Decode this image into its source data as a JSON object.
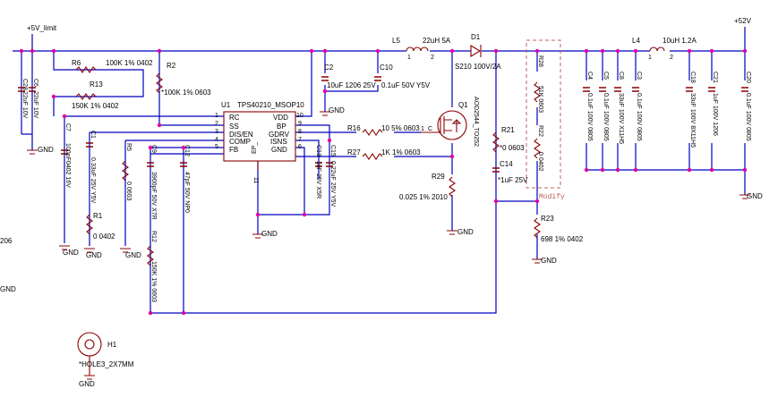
{
  "nets": {
    "vin": "+5V_limit",
    "vout": "+52V",
    "gnd": "GND",
    "left_206": "206",
    "left_gnd": "GND"
  },
  "ic": {
    "ref": "U1",
    "part": "TPS40210_MSOP10",
    "left_pins": [
      "RC",
      "SS",
      "DIS/EN",
      "COMP",
      "FB"
    ],
    "left_nums": [
      "1",
      "2",
      "3",
      "4",
      "5"
    ],
    "right_pins": [
      "VDD",
      "BP",
      "GDRV",
      "ISNS",
      "GND"
    ],
    "right_nums": [
      "10",
      "9",
      "8",
      "7",
      "6"
    ],
    "ep": "EP_",
    "ep_num": "11"
  },
  "parts": {
    "C28": {
      "ref": "C28",
      "val": "22uF 10V"
    },
    "C6": {
      "ref": "C6",
      "val": "22uF 10V"
    },
    "R6": {
      "ref": "R6",
      "val": "100K 1% 0402"
    },
    "R13": {
      "ref": "R13",
      "val": "150K 1% 0402"
    },
    "R2": {
      "ref": "R2",
      "val": "*100K 1% 0603"
    },
    "C7": {
      "ref": "C7",
      "val": "100pF0402 16V"
    },
    "C1": {
      "ref": "C1",
      "val": "0.33uF 25V Y5V"
    },
    "R1": {
      "ref": "R1",
      "val": "0 0402"
    },
    "R5": {
      "ref": "R5",
      "val": "0 0603"
    },
    "C9": {
      "ref": "C9",
      "val": "3900pF 50V X7R"
    },
    "C12": {
      "ref": "C12",
      "val": "47pF 50V NP0"
    },
    "R12": {
      "ref": "R12",
      "val": "150K 1% 0603"
    },
    "C2": {
      "ref": "C2",
      "val": "10uF 1206 25V"
    },
    "C10": {
      "ref": "C10",
      "val": "0.1uF 50V Y5V"
    },
    "L5": {
      "ref": "L5",
      "val": "22uH 5A"
    },
    "D1": {
      "ref": "D1",
      "val": "S210 100V/2A"
    },
    "R16": {
      "ref": "R16",
      "val": "10 5% 0603"
    },
    "R27": {
      "ref": "R27",
      "val": "1K 1% 0603"
    },
    "C13": {
      "ref": "C13",
      "val": "1uF 25V X5R"
    },
    "C15": {
      "ref": "C15",
      "val": "0.22uF 25V Y5V"
    },
    "Q1": {
      "ref": "Q1",
      "val": "AOD2544_TO252"
    },
    "R29": {
      "ref": "R29",
      "val": "0.025 1% 2010"
    },
    "R28": {
      "ref": "R28",
      "val": "51K 0603"
    },
    "R22": {
      "ref": "R22",
      "val": "0 0402"
    },
    "R21": {
      "ref": "R21",
      "val": "*0 0603"
    },
    "C14": {
      "ref": "C14",
      "val": "*1uF 25V"
    },
    "R23": {
      "ref": "R23",
      "val": "698 1% 0402"
    },
    "C4": {
      "ref": "C4",
      "val": "0.1uF 100V 0805"
    },
    "C5": {
      "ref": "C5",
      "val": "0.1uF 100V 0805"
    },
    "C8": {
      "ref": "C8",
      "val": "33uF 100V X11H5"
    },
    "C3": {
      "ref": "C3",
      "val": "0.1uF 100V 0805"
    },
    "L4": {
      "ref": "L4",
      "val": "10uH 1.2A"
    },
    "C18": {
      "ref": "C18",
      "val": "33uF 100V 8X11H5"
    },
    "C21": {
      "ref": "C21",
      "val": "1uF 100V 1206"
    },
    "C20": {
      "ref": "C20",
      "val": "0.1uF 100V 0805"
    },
    "H1": {
      "ref": "H1",
      "val": "*HOLE3_2X7MM"
    }
  },
  "pin_labels": {
    "q_g": "1",
    "q_c": "C",
    "l_pin1": "1",
    "l_pin2": "2"
  },
  "notes": {
    "modify": "Modify"
  },
  "colors": {
    "wire": "#0000c0",
    "component": "#8a0000",
    "junction": "#e000a0",
    "annotation": "#c06060"
  }
}
